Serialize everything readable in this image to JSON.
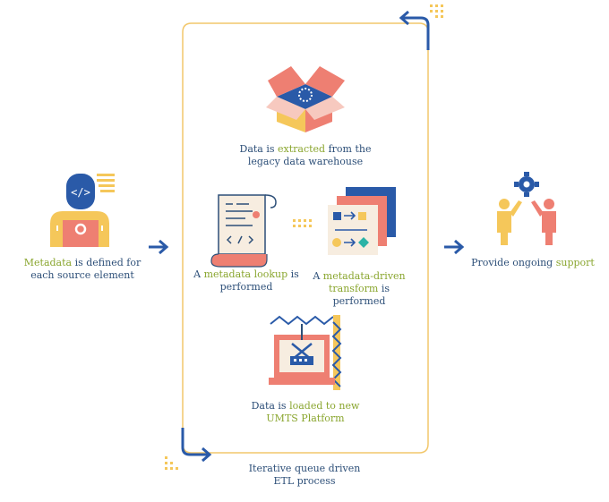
{
  "steps": {
    "metadata_defined": {
      "pre": "",
      "highlight": "Metadata",
      "post": " is defined for",
      "line2": "each source element"
    },
    "extracted": {
      "pre": "Data is ",
      "highlight": "extracted",
      "post": " from the",
      "line2": "legacy data warehouse"
    },
    "lookup": {
      "pre": "A ",
      "highlight": "metadata lookup",
      "post": " is",
      "line2": "performed"
    },
    "transform": {
      "pre": "A ",
      "highlight": "metadata-driven",
      "line2_highlight": "transform",
      "line2_post": " is performed"
    },
    "loaded": {
      "pre": "Data is ",
      "highlight": "loaded to new",
      "line2": "UMTS Platform"
    },
    "support": {
      "pre": "Provide ongoing ",
      "highlight": "support"
    }
  },
  "loop_label": {
    "line1": "Iterative queue driven",
    "line2": "ETL process"
  },
  "icon_text": {
    "code_tag": "</>"
  },
  "colors": {
    "navy": "#2d4f78",
    "green": "#8aa62f",
    "yellow": "#f5c75a",
    "salmon": "#ee7f72",
    "blue": "#2a5aa8",
    "cream": "#f7ede0"
  }
}
